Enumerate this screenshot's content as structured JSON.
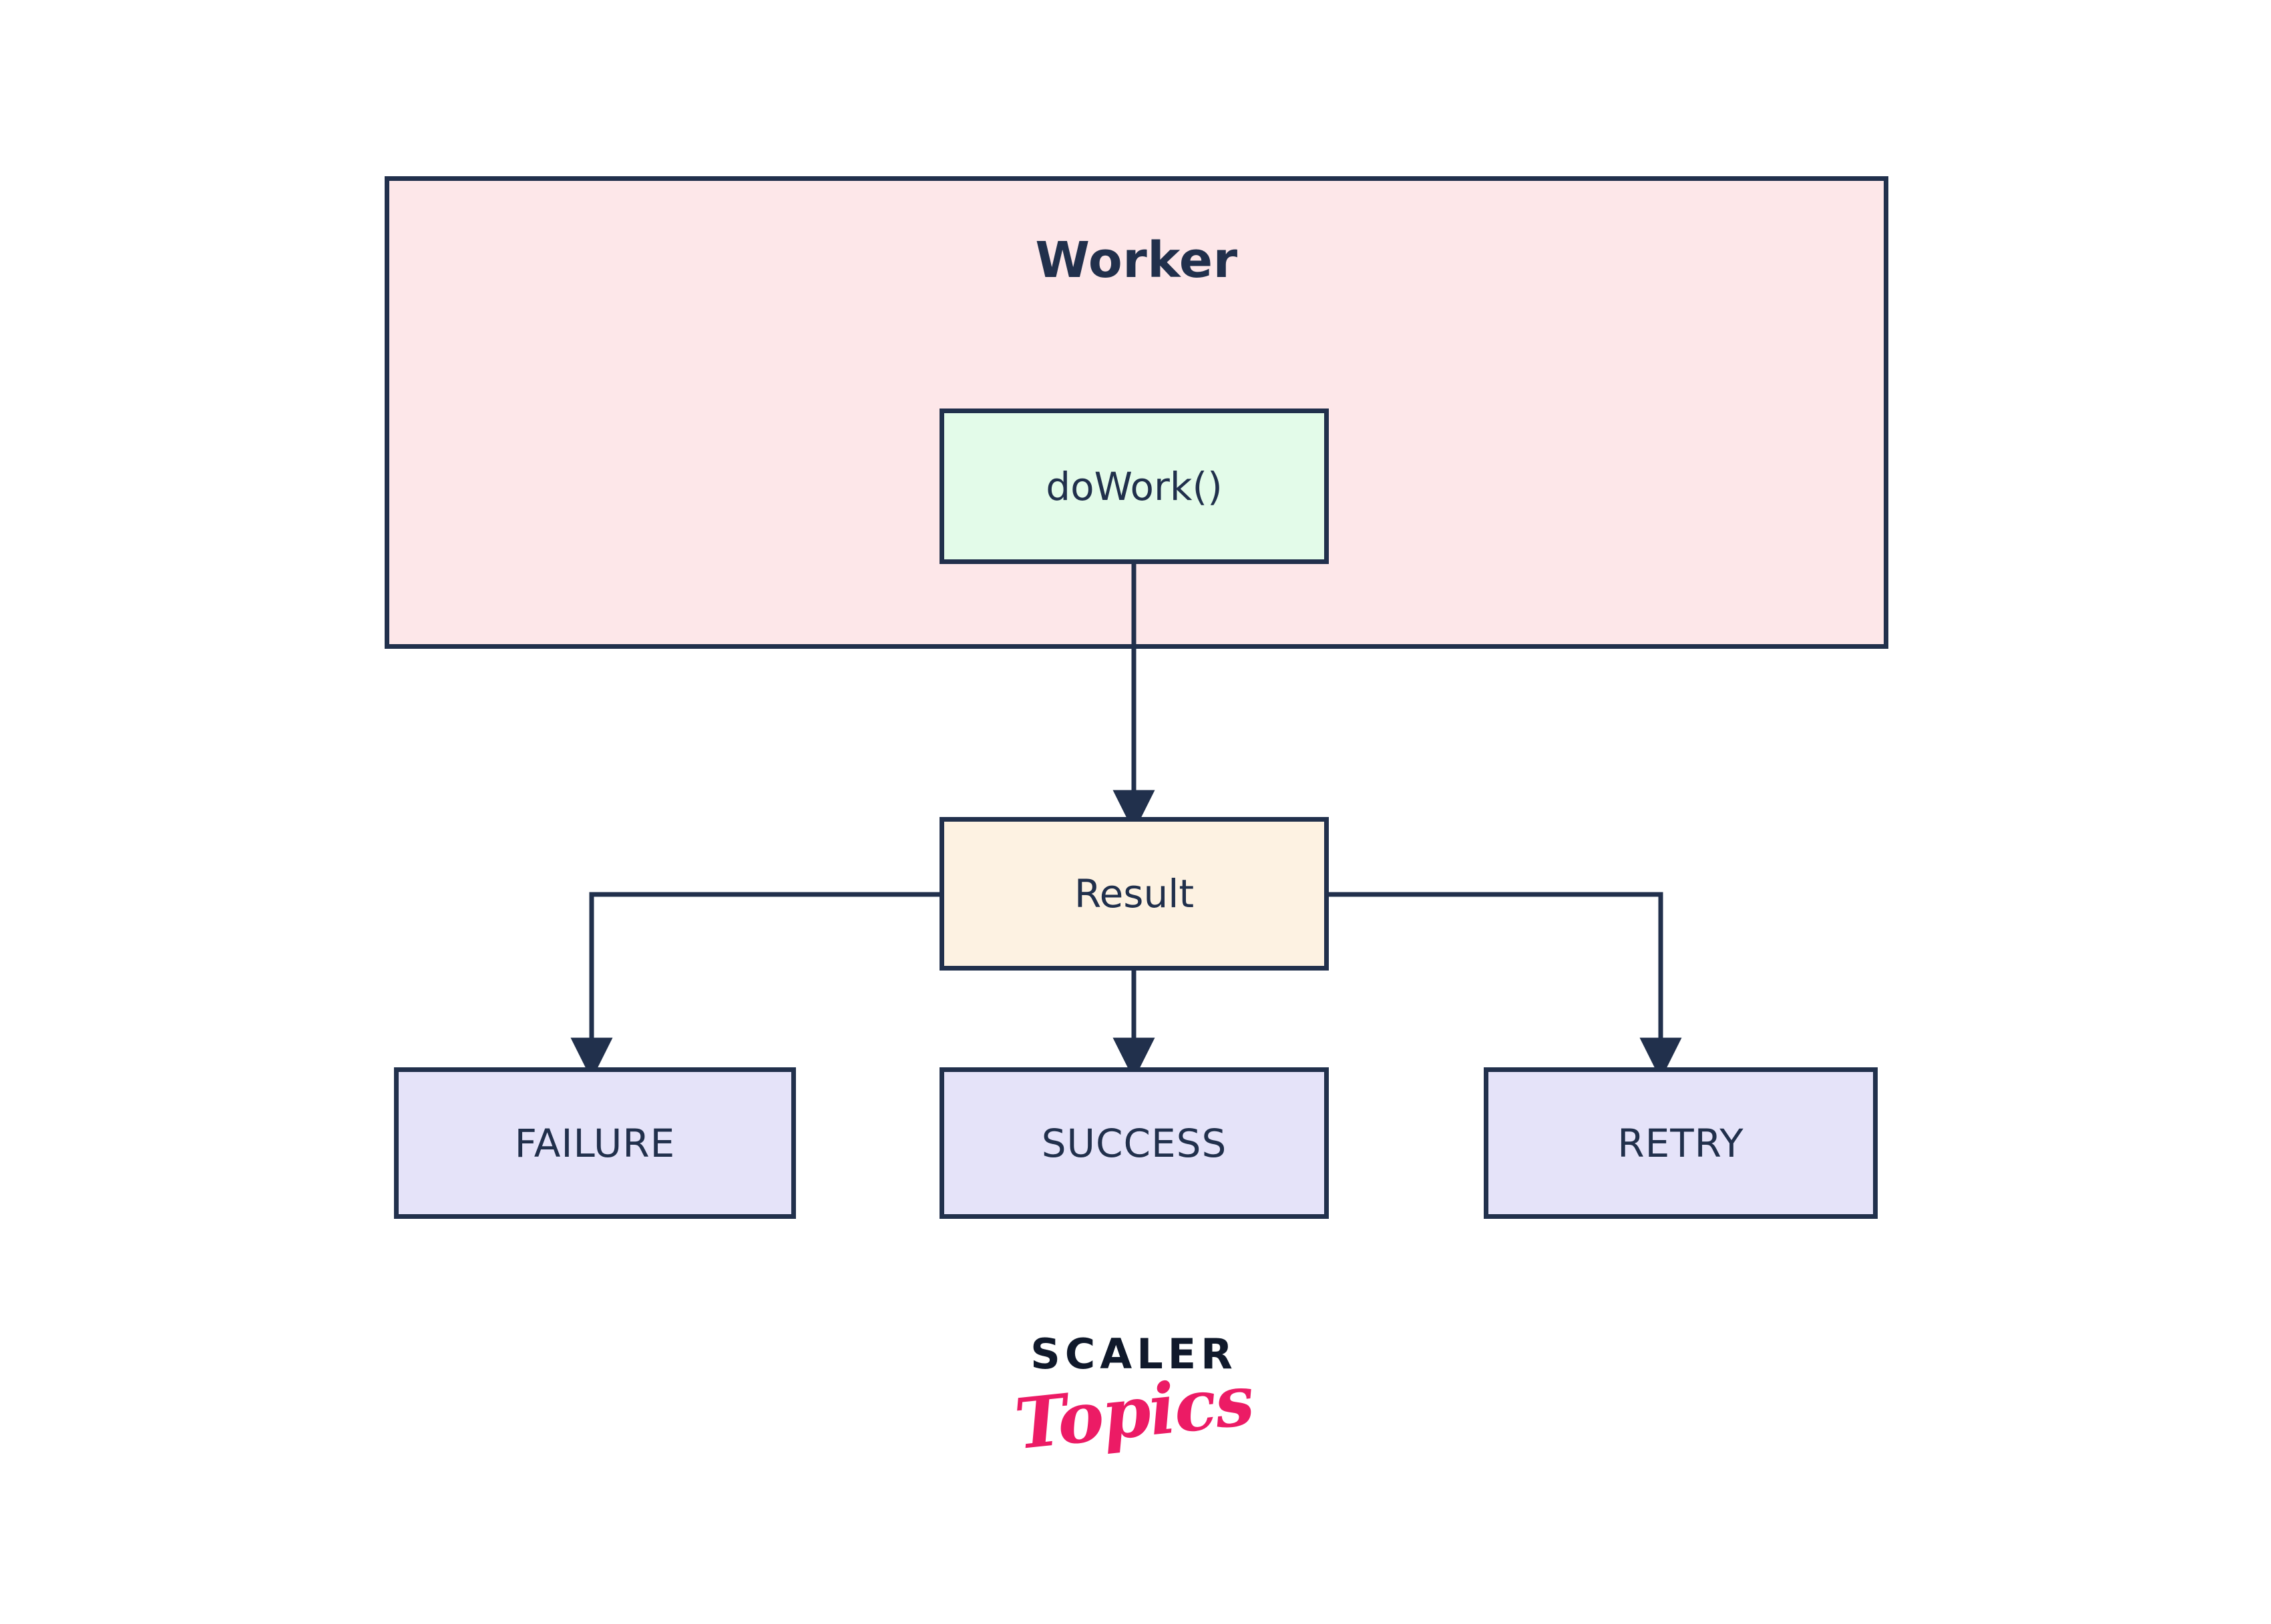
{
  "diagram": {
    "type": "flowchart",
    "title": "Worker doWork() Result flow",
    "container": {
      "name": "Worker",
      "label": "Worker",
      "fill": "#fde7e9",
      "stroke": "#21304c"
    },
    "nodes": [
      {
        "id": "dowork",
        "label": "doWork()",
        "fill": "#e3fbe9",
        "stroke": "#21304c",
        "shape": "rectangle"
      },
      {
        "id": "result",
        "label": "Result",
        "fill": "#fdf2e2",
        "stroke": "#21304c",
        "shape": "rectangle"
      },
      {
        "id": "failure",
        "label": "FAILURE",
        "fill": "#e5e3f9",
        "stroke": "#21304c",
        "shape": "rectangle"
      },
      {
        "id": "success",
        "label": "SUCCESS",
        "fill": "#e5e3f9",
        "stroke": "#21304c",
        "shape": "rectangle"
      },
      {
        "id": "retry",
        "label": "RETRY",
        "fill": "#e5e3f9",
        "stroke": "#21304c",
        "shape": "rectangle"
      }
    ],
    "edges": [
      {
        "from": "dowork",
        "to": "result",
        "label": "",
        "arrow": "down"
      },
      {
        "from": "result",
        "to": "failure",
        "label": "",
        "arrow": "down"
      },
      {
        "from": "result",
        "to": "success",
        "label": "",
        "arrow": "down"
      },
      {
        "from": "result",
        "to": "retry",
        "label": "",
        "arrow": "down"
      }
    ],
    "colors": {
      "stroke": "#21304c",
      "text": "#21304c",
      "background": "#ffffff"
    }
  },
  "logo": {
    "word_mark": "SCALER",
    "script_mark": "Topics",
    "word_mark_color": "#10192b",
    "script_mark_color": "#ec1b65"
  }
}
